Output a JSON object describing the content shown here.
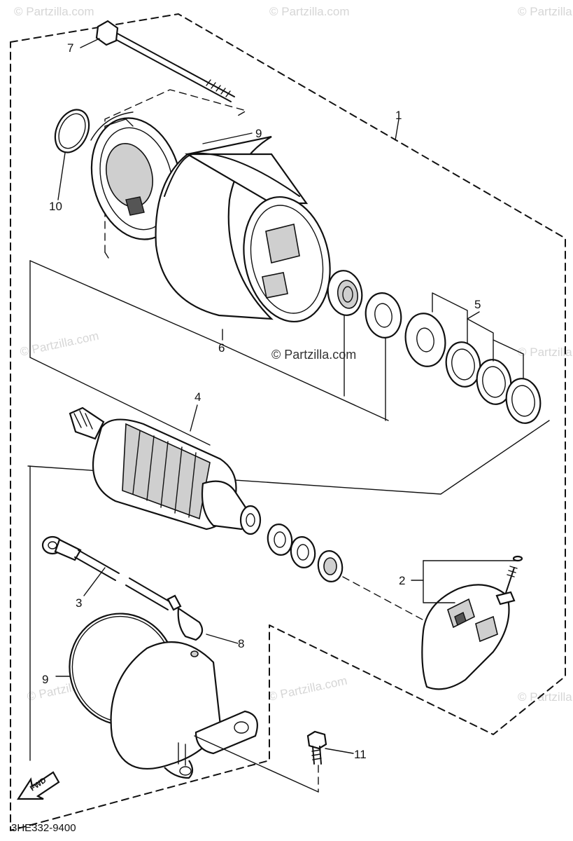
{
  "diagram": {
    "callouts": {
      "c1": "1",
      "c2": "2",
      "c3": "3",
      "c4": "4",
      "c5": "5",
      "c6": "6",
      "c7": "7",
      "c8": "8",
      "c9a": "9",
      "c9b": "9",
      "c10": "10",
      "c11": "11"
    },
    "part_code": "3HE332-9400",
    "fwd_label": "FWD"
  },
  "watermark": {
    "text": "© Partzilla.com",
    "center_text": "© Partzilla.com"
  }
}
